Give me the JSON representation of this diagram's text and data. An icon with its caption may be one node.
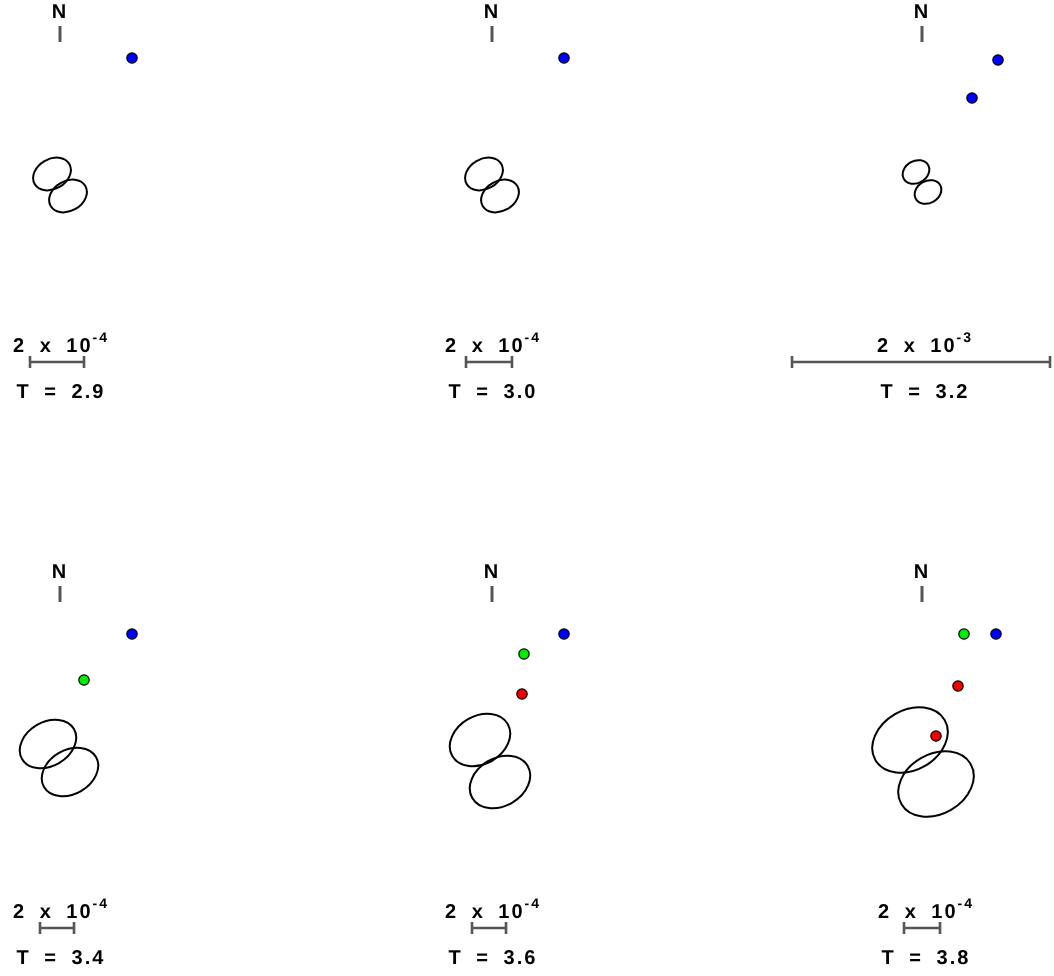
{
  "diagram": {
    "labels": [
      "N",
      "N",
      "N",
      "2 x 10$^{-4}$",
      "2 x 10$^{-4}$",
      "2 x 10$^{-3}$",
      "T = 2.9",
      "T = 3.0",
      "T = 3.2",
      "N",
      "N",
      "N",
      "2 x 10$^{-4}$",
      "2 x 10$^{-4}$",
      "2 x 10$^{-4}$",
      "T = 3.4",
      "T = 3.6",
      "T = 3.8"
    ]
  }
}
